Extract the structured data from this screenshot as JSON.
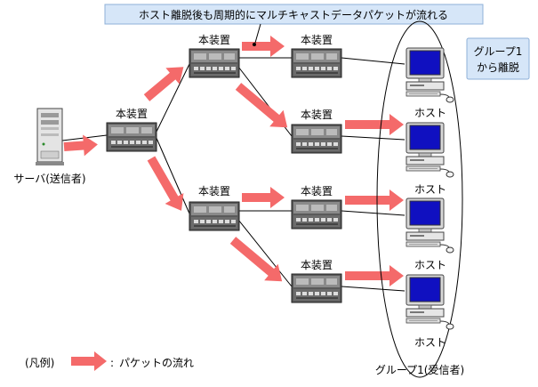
{
  "callout_top": "ホスト離脱後も周期的にマルチキャストデータパケットが流れる",
  "callout_group": [
    "グループ1",
    "から離脱"
  ],
  "server_label": "サーバ(送信者)",
  "device_labels": [
    "本装置",
    "本装置",
    "本装置",
    "本装置",
    "本装置",
    "本装置",
    "本装置"
  ],
  "host_labels": [
    "ホスト",
    "ホスト",
    "ホスト",
    "ホスト"
  ],
  "group_label": "グループ1(受信者)",
  "legend": {
    "prefix": "(凡例)",
    "desc": "パケットの流れ"
  },
  "colors": {
    "arrow": "#f46a6a",
    "callout_fill": "#d6e6f8",
    "callout_border": "#8fb0d8",
    "screen": "#1010c0"
  }
}
